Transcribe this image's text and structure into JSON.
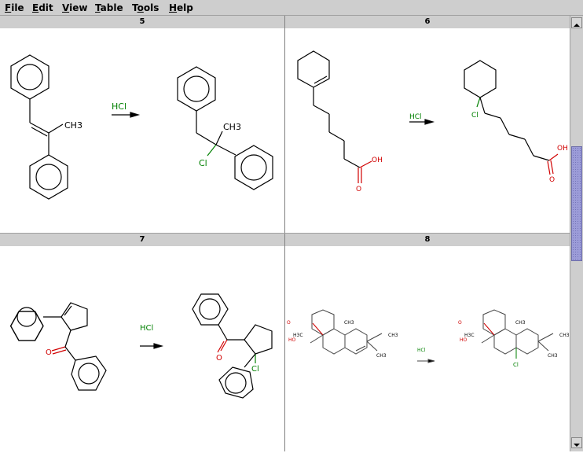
{
  "menubar": {
    "items": [
      {
        "label": "File",
        "mnemonic": "F",
        "rest": "ile"
      },
      {
        "label": "Edit",
        "mnemonic": "E",
        "rest": "dit"
      },
      {
        "label": "View",
        "mnemonic": "V",
        "rest": "iew"
      },
      {
        "label": "Table",
        "mnemonic": "T",
        "rest": "able"
      },
      {
        "label": "Tools",
        "mnemonic_prefix": "T",
        "mnemonic": "o",
        "rest": "ols"
      },
      {
        "label": "Help",
        "mnemonic": "H",
        "rest": "elp"
      }
    ]
  },
  "reactions": [
    {
      "id": "5",
      "reagent": "HCl",
      "reactant_labels": [
        "CH3"
      ],
      "product_labels": [
        "CH3",
        "Cl"
      ]
    },
    {
      "id": "6",
      "reagent": "HCl",
      "reactant_labels": [
        "OH",
        "O"
      ],
      "product_labels": [
        "Cl",
        "OH",
        "O"
      ]
    },
    {
      "id": "7",
      "reagent": "HCl",
      "reactant_labels": [
        "O"
      ],
      "product_labels": [
        "O",
        "Cl"
      ]
    },
    {
      "id": "8",
      "reagent": "HCl",
      "reactant_labels": [
        "O",
        "HO",
        "H3C",
        "CH3",
        "CH3",
        "CH3"
      ],
      "product_labels": [
        "O",
        "HO",
        "H3C",
        "CH3",
        "CH3",
        "CH3",
        "Cl"
      ]
    }
  ],
  "colors": {
    "chrome": "#cecece",
    "chlorine": "#008000",
    "oxygen": "#d00000",
    "scroll_thumb": "#9c9cd8"
  }
}
